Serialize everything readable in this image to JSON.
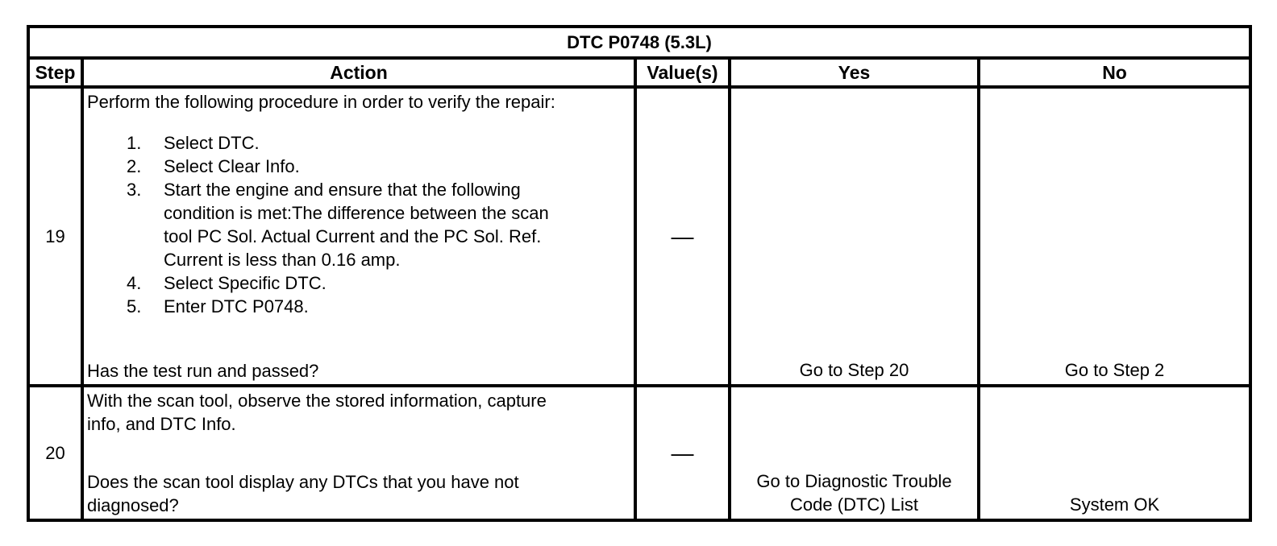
{
  "table": {
    "title": "DTC P0748 (5.3L)",
    "columns": [
      "Step",
      "Action",
      "Value(s)",
      "Yes",
      "No"
    ],
    "rows": [
      {
        "step": "19",
        "action_intro": "Perform the following procedure in order to verify the repair:",
        "action_list": [
          {
            "num": "1.",
            "text": "Select DTC."
          },
          {
            "num": "2.",
            "text": "Select Clear Info."
          },
          {
            "num": "3.",
            "text": "Start the engine and ensure that the following\ncondition is met:The difference between the scan\ntool PC Sol. Actual Current and the PC Sol. Ref.\nCurrent is less than 0.16 amp."
          },
          {
            "num": "4.",
            "text": "Select Specific DTC."
          },
          {
            "num": "5.",
            "text": "Enter DTC P0748."
          }
        ],
        "action_question": "Has the test run and passed?",
        "values": "—",
        "yes": "Go to Step 20",
        "no": "Go to Step 2"
      },
      {
        "step": "20",
        "action_intro": "With the scan tool, observe the stored information, capture\ninfo, and DTC Info.",
        "action_question": "Does the scan tool display any DTCs that you have not\ndiagnosed?",
        "values": "—",
        "yes": "Go to Diagnostic Trouble\nCode (DTC) List",
        "no": "System OK"
      }
    ]
  }
}
